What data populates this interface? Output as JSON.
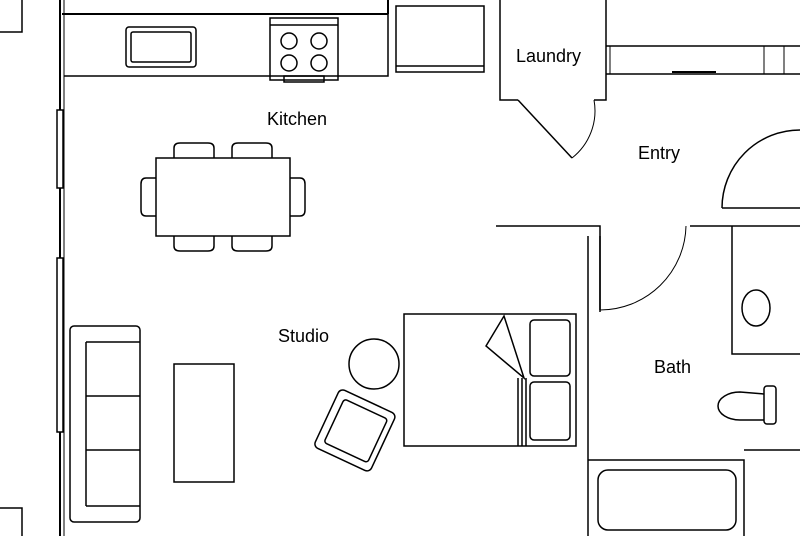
{
  "rooms": {
    "kitchen": "Kitchen",
    "laundry": "Laundry",
    "entry": "Entry",
    "studio": "Studio",
    "bath": "Bath"
  },
  "colors": {
    "line": "#000000",
    "background": "#ffffff"
  }
}
